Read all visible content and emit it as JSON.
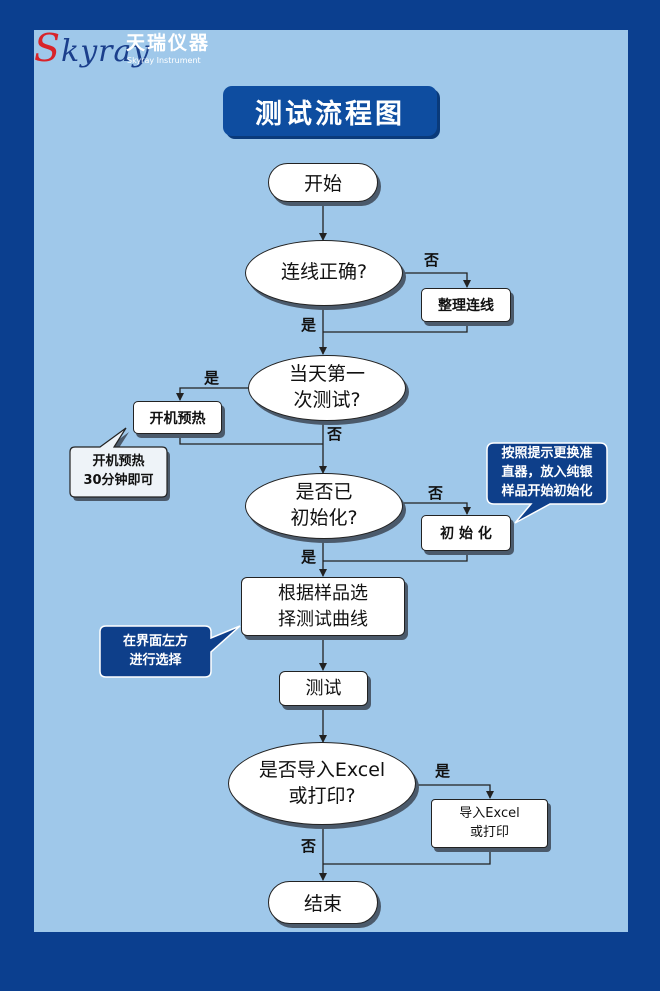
{
  "logo": {
    "script_mark": "Skyray",
    "name_cn": "天瑞仪器",
    "name_en": "Skyray Instrument"
  },
  "title": "测试流程图",
  "nodes": {
    "start": "开始",
    "check_wiring": "连线正确?",
    "fix_wiring": "整理连线",
    "first_test_line1": "当天第一",
    "first_test_line2": "次测试?",
    "warmup": "开机预热",
    "initialized_line1": "是否已",
    "initialized_line2": "初始化?",
    "initialize": "初 始 化",
    "choose_curve_line1": "根据样品选",
    "choose_curve_line2": "择测试曲线",
    "test": "测试",
    "export_line1": "是否导入Excel",
    "export_line2": "或打印?",
    "export_action_line1": "导入Excel",
    "export_action_line2": "或打印",
    "end": "结束"
  },
  "labels": {
    "wiring_no": "否",
    "wiring_yes": "是",
    "first_yes": "是",
    "first_no": "否",
    "init_no": "否",
    "init_yes": "是",
    "export_yes": "是",
    "export_no": "否"
  },
  "notes": {
    "warmup_line1": "开机预热",
    "warmup_line2": "30分钟即可",
    "init_line1": "按照提示更换准",
    "init_line2": "直器，放入纯银",
    "init_line3": "样品开始初始化",
    "curve_line1": "在界面左方",
    "curve_line2": "进行选择"
  },
  "colors": {
    "background": "#0b3f8f",
    "panel": "#9fc8ea",
    "title_box": "#0e4da0",
    "logo_accent": "#d8232a"
  }
}
